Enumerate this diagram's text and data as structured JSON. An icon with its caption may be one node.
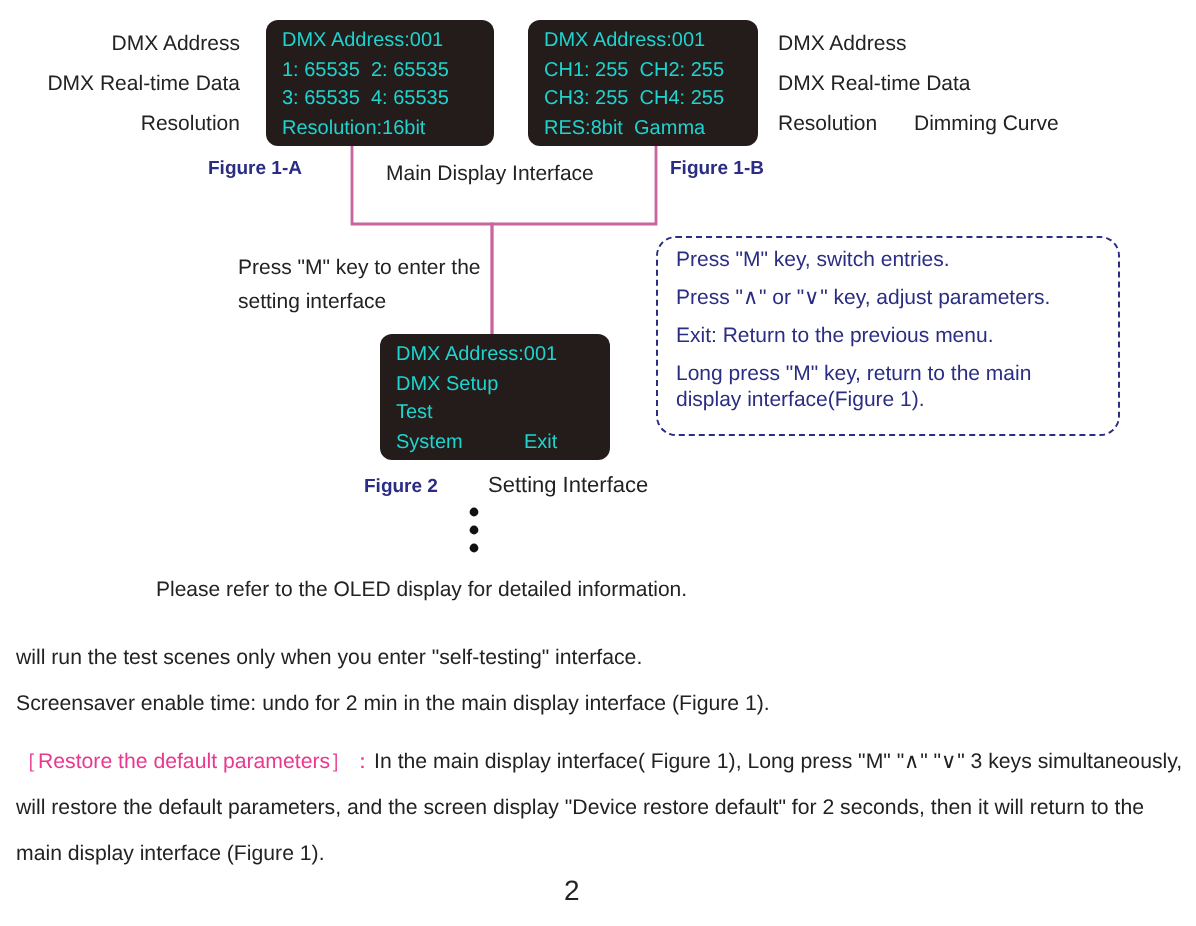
{
  "diagram": {
    "nodes": [
      {
        "text": [
          "DMX Address:001",
          "1: 65535  2: 65535",
          "3: 65535  4: 65535",
          "Resolution:16bit"
        ],
        "beside": [
          "Figure 1-A"
        ]
      },
      {
        "text": [
          "DMX Address:001",
          "CH1: 255  CH2: 255",
          "CH3: 255  CH4: 255",
          "RES:8bit  Gamma"
        ],
        "beside": [
          "Figure 1-B"
        ]
      },
      {
        "text": [
          "DMX Address:001",
          "DMX Setup",
          "Test",
          "System",
          "Exit"
        ],
        "beside": [
          "Figure 2",
          "Setting Interface"
        ]
      },
      {
        "text": [
          "Press \"M\" key,  switch entries.",
          "Press \"∧\" or \"∨\" key,  adjust parameters.",
          "Exit: Return to the previous menu.",
          "Long press \"M\" key,  return to the main display interface(Figure 1)."
        ]
      }
    ],
    "edges": [
      {
        "from": 0,
        "to": 2,
        "arrow": "none"
      },
      {
        "from": 1,
        "to": 2,
        "arrow": "none"
      }
    ],
    "labels": [
      "DMX Address",
      "DMX Real-time Data",
      "Resolution",
      "DMX Address",
      "DMX Real-time Data",
      "Resolution",
      "Dimming Curve",
      "Main Display Interface",
      "Press \"M\" key to enter the setting interface",
      "Please refer to the OLED display for detailed information.",
      "will run the test scenes only when you enter \"self-testing\" interface.",
      "Screensaver enable time: undo for 2 min in the main display interface (Figure 1).",
      "［Restore the default parameters］：",
      "In the main display interface( Figure 1), Long press \"M\" \"∧\" \"∨\" 3 keys simultaneously, will restore the default parameters, and the screen display \"Device restore default\" for 2 seconds, then it will return to the main display interface (Figure 1).",
      "2"
    ]
  }
}
